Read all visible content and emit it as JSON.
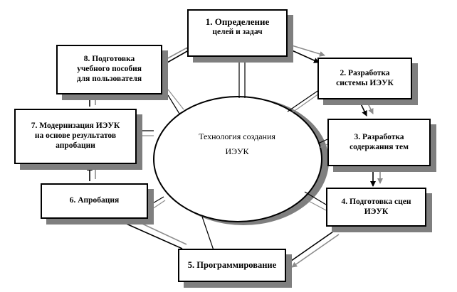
{
  "diagram": {
    "center": {
      "line1": "Технология создания",
      "line2": "ИЭУК"
    },
    "nodes": {
      "n1": {
        "line1": "1. Определение",
        "line2": "целей и задач"
      },
      "n2": {
        "line1": "2. Разработка",
        "line2": "системы ИЭУК"
      },
      "n3": {
        "line1": "3. Разработка",
        "line2": "содержания тем"
      },
      "n4": {
        "line1": "4. Подготовка сцен",
        "line2": "ИЭУК"
      },
      "n5": {
        "line1": "5. Программирование"
      },
      "n6": {
        "line1": "6. Апробация"
      },
      "n7": {
        "line1": "7. Модернизация ИЭУК",
        "line2": "на основе результатов",
        "line3": "апробации"
      },
      "n8": {
        "line1": "8. Подготовка",
        "line2": "учебного пособия",
        "line3": "для пользователя"
      }
    },
    "colors": {
      "stroke": "#000000",
      "shadow": "#7f7f7f",
      "secondary_arrow": "#8c8c8c"
    }
  }
}
